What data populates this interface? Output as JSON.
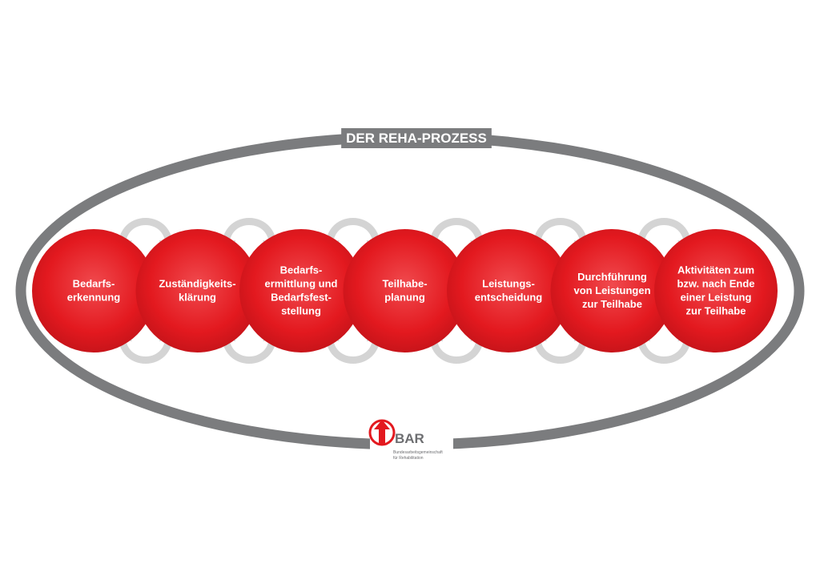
{
  "diagram": {
    "title": "DER REHA-PROZESS",
    "steps": [
      {
        "lines": [
          "Bedarfs-",
          "erkennung"
        ]
      },
      {
        "lines": [
          "Zuständigkeits-",
          "klärung"
        ]
      },
      {
        "lines": [
          "Bedarfs-",
          "ermittlung und",
          "Bedarfsfest-",
          "stellung"
        ]
      },
      {
        "lines": [
          "Teilhabe-",
          "planung"
        ]
      },
      {
        "lines": [
          "Leistungs-",
          "entscheidung"
        ]
      },
      {
        "lines": [
          "Durchführung",
          "von Leistungen",
          "zur Teilhabe"
        ]
      },
      {
        "lines": [
          "Aktivitäten zum",
          "bzw. nach Ende",
          "einer Leistung",
          "zur Teilhabe"
        ]
      }
    ],
    "colors": {
      "step_fill": "#e3191f",
      "step_highlight": "#f04a4e",
      "ring": "#7b7c7e",
      "arrows": "#d4d4d4"
    }
  },
  "logo": {
    "name": "BAR",
    "subtitle_lines": [
      "Bundesarbeitsgemeinschaft",
      "für Rehabilitation"
    ]
  }
}
